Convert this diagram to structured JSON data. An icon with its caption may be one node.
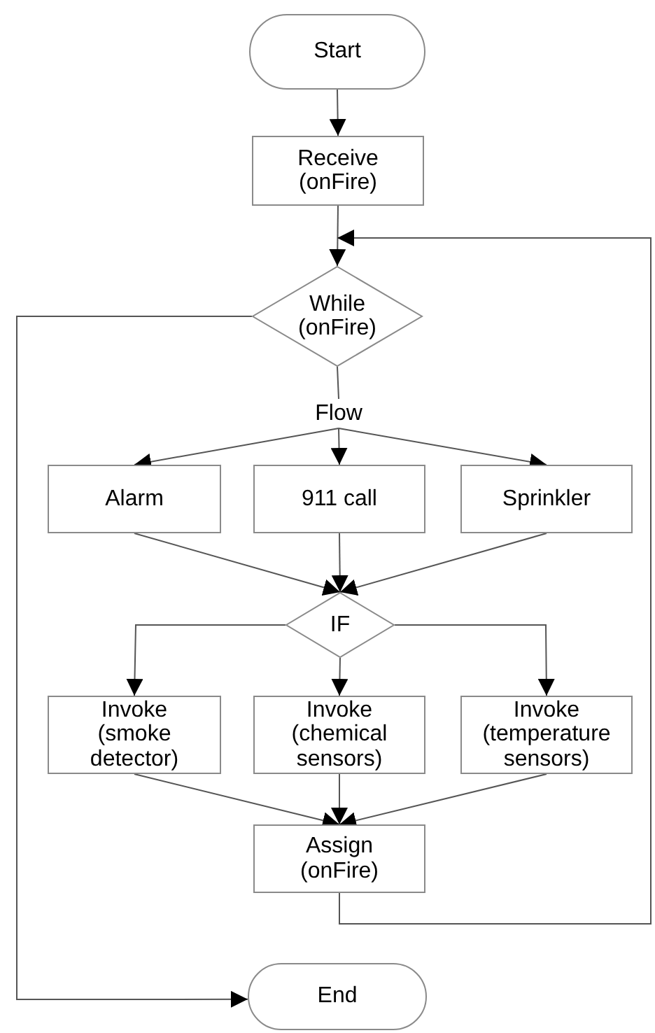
{
  "diagram": {
    "nodes": [
      {
        "text": [
          "Start"
        ]
      },
      {
        "text": [
          "Receive (onFire)"
        ]
      },
      {
        "text": [
          "While (onFire)"
        ]
      },
      {
        "text": [
          "Flow"
        ]
      },
      {
        "text": [
          "Alarm"
        ]
      },
      {
        "text": [
          "911 call"
        ]
      },
      {
        "text": [
          "Sprinkler"
        ]
      },
      {
        "text": [
          "IF"
        ]
      },
      {
        "text": [
          "Invoke (smoke detector)"
        ]
      },
      {
        "text": [
          "Invoke (chemical sensors)"
        ]
      },
      {
        "text": [
          "Invoke (temperature sensors)"
        ]
      },
      {
        "text": [
          "Assign (onFire)"
        ]
      },
      {
        "text": [
          "End"
        ]
      }
    ],
    "edges": [
      {
        "from": 0,
        "to": 1,
        "arrow": "to"
      },
      {
        "from": 1,
        "to": 2,
        "arrow": "to"
      },
      {
        "from": 11,
        "to": 2,
        "arrow": "to"
      },
      {
        "from": 2,
        "to": 12,
        "arrow": "to"
      },
      {
        "from": 2,
        "to": 3,
        "arrow": "none"
      },
      {
        "from": 3,
        "to": 4,
        "arrow": "to"
      },
      {
        "from": 3,
        "to": 5,
        "arrow": "to"
      },
      {
        "from": 3,
        "to": 6,
        "arrow": "to"
      },
      {
        "from": 4,
        "to": 7,
        "arrow": "to"
      },
      {
        "from": 5,
        "to": 7,
        "arrow": "to"
      },
      {
        "from": 6,
        "to": 7,
        "arrow": "to"
      },
      {
        "from": 7,
        "to": 8,
        "arrow": "to"
      },
      {
        "from": 7,
        "to": 9,
        "arrow": "to"
      },
      {
        "from": 7,
        "to": 10,
        "arrow": "to"
      },
      {
        "from": 8,
        "to": 11,
        "arrow": "to"
      },
      {
        "from": 9,
        "to": 11,
        "arrow": "to"
      },
      {
        "from": 10,
        "to": 11,
        "arrow": "to"
      }
    ]
  }
}
